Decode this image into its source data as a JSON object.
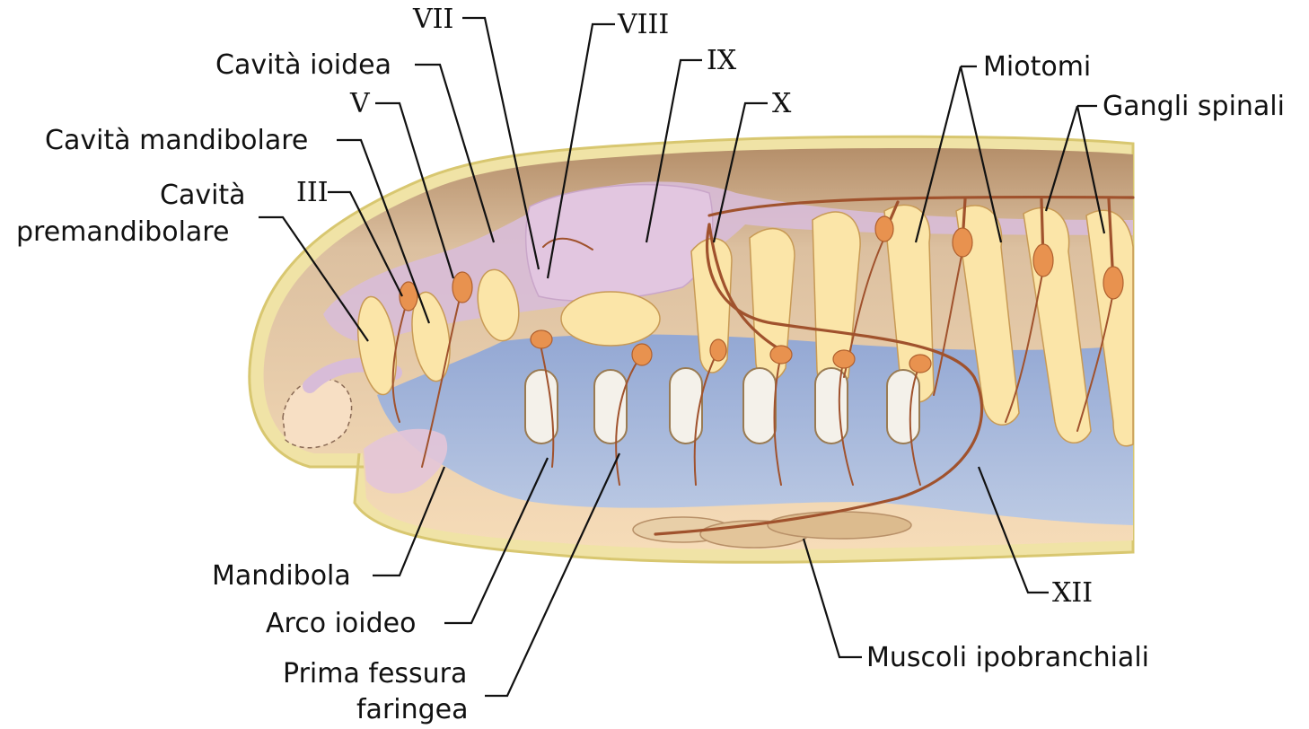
{
  "labels": {
    "vii": "VII",
    "viii": "VIII",
    "cavita_ioidea": "Cavità ioidea",
    "ix": "IX",
    "x": "X",
    "v": "V",
    "miotomi": "Miotomi",
    "gangli_spinali": "Gangli spinali",
    "cavita_mandibolare": "Cavità mandibolare",
    "cavita_premandibolare_1": "Cavità",
    "cavita_premandibolare_2": "premandibolare",
    "iii": "III",
    "mandibola": "Mandibola",
    "arco_ioideo": "Arco ioideo",
    "prima_fessura_1": "Prima fessura",
    "prima_fessura_2": "faringea",
    "xii": "XII",
    "muscoli_ipobranchiali": "Muscoli ipobranchiali"
  },
  "colors": {
    "skin_outline": "#e9d98a",
    "body_tan": "#f6d9b4",
    "dorsal_brown": "#c9a27a",
    "pharynx_blue": "#a9bde0",
    "neural_purple": "#dcc0dc",
    "somite_yellow": "#fbe5a8",
    "nerve_brown": "#a0522d"
  }
}
